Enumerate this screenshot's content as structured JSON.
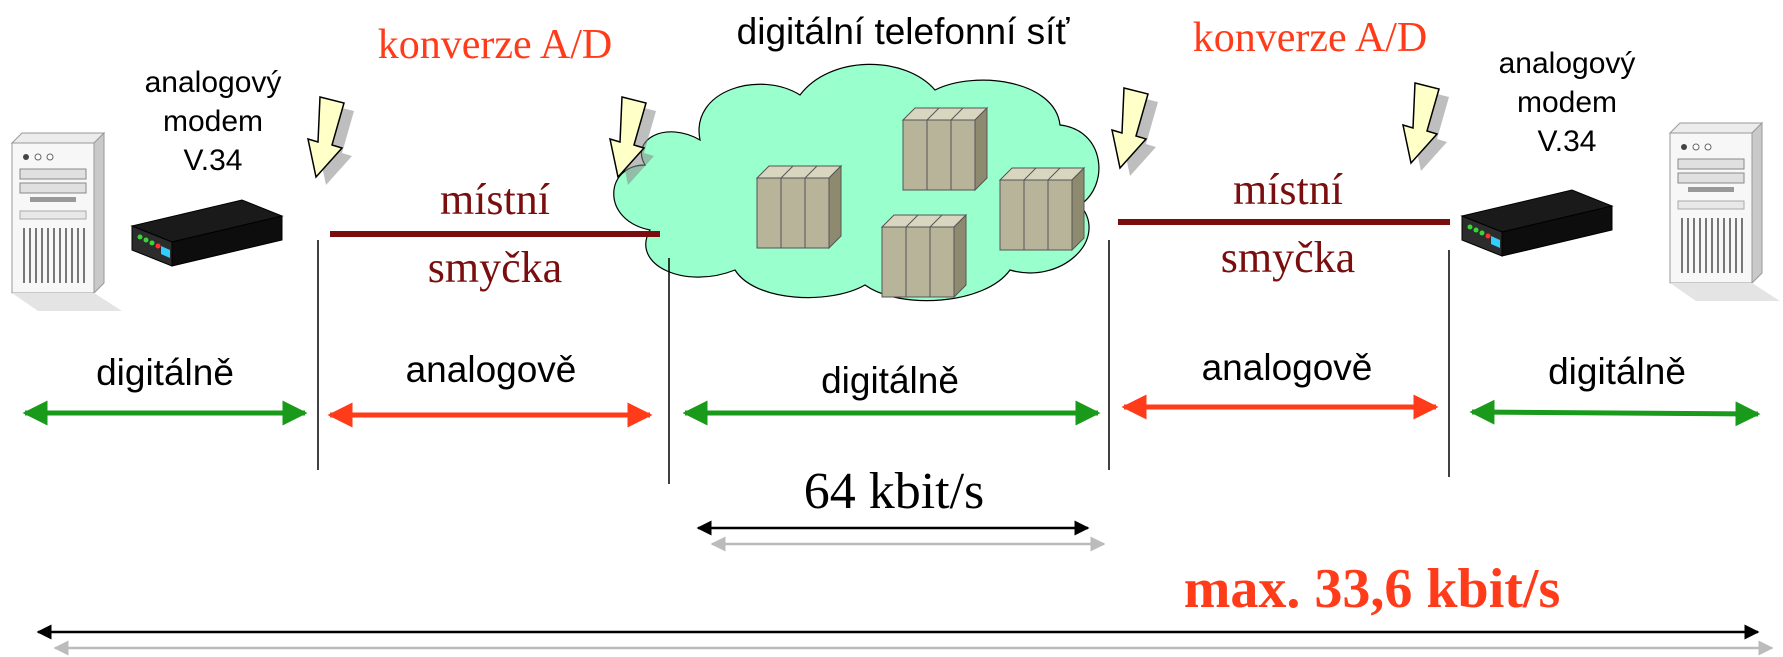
{
  "title": "digitální telefonní síť",
  "conversion_left": "konverze A/D",
  "conversion_right": "konverze A/D",
  "modem_left": {
    "line1": "analogový",
    "line2": "modem",
    "line3": "V.34"
  },
  "modem_right": {
    "line1": "analogový",
    "line2": "modem",
    "line3": "V.34"
  },
  "loop_left": {
    "line1": "místní",
    "line2": "smyčka"
  },
  "loop_right": {
    "line1": "místní",
    "line2": "smyčka"
  },
  "segments": [
    {
      "label": "digitálně",
      "kind": "digital"
    },
    {
      "label": "analogově",
      "kind": "analog"
    },
    {
      "label": "digitálně",
      "kind": "digital"
    },
    {
      "label": "analogově",
      "kind": "analog"
    },
    {
      "label": "digitálně",
      "kind": "digital"
    }
  ],
  "core_rate": "64 kbit/s",
  "total_rate": "max. 33,6 kbit/s",
  "colors": {
    "digital": "#1a9a1a",
    "analog": "#ff3b1a",
    "accent": "#ff3b1a",
    "loop": "#7a0e0e",
    "cloud_fill": "#99ffcc",
    "switch_fill": "#b8b49a",
    "arrow_fill": "#ffffc8"
  },
  "icons": [
    "computer-tower-icon",
    "modem-icon",
    "cloud-icon",
    "switch-icon",
    "down-arrow-icon"
  ]
}
